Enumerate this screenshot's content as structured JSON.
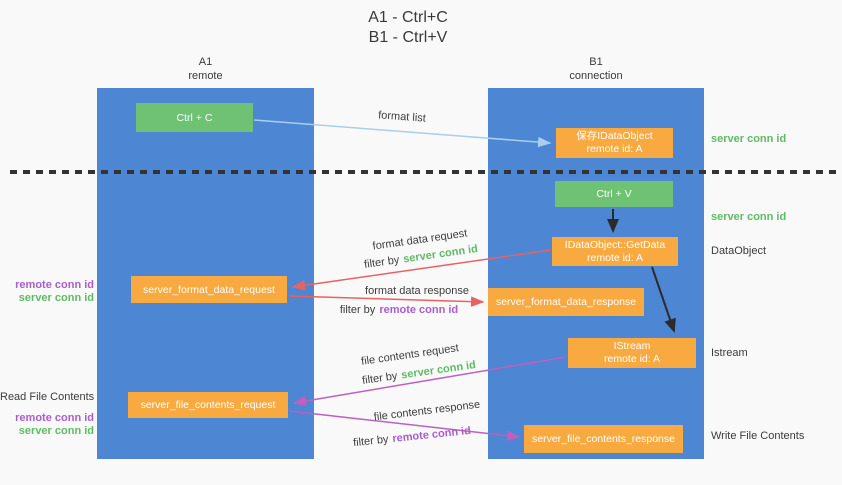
{
  "title": {
    "line1": "A1 - Ctrl+C",
    "line2": "B1 - Ctrl+V"
  },
  "lanes": {
    "left": {
      "name": "A1",
      "subtitle": "remote"
    },
    "right": {
      "name": "B1",
      "subtitle": "connection"
    }
  },
  "nodes": {
    "ctrl_c": "Ctrl + C",
    "ctrl_v": "Ctrl + V",
    "save_idataobject": {
      "line1": "保存IDataObject",
      "line2": "remote id: A"
    },
    "getdata": {
      "line1": "IDataObject::GetData",
      "line2": "remote id: A"
    },
    "istream": {
      "line1": "IStream",
      "line2": "remote id: A"
    },
    "format_request": "server_format_data_request",
    "format_response": "server_format_data_response",
    "file_request": "server_file_contents_request",
    "file_response": "server_file_contents_response"
  },
  "side_labels": {
    "right": {
      "server_conn_id_top": "server conn id",
      "server_conn_id_mid": "server conn id",
      "dataobject": "DataObject",
      "istream": "Istream",
      "write_file_contents": "Write File Contents"
    },
    "left": {
      "remote_conn_id_1": "remote conn id",
      "server_conn_id_1": "server conn id",
      "read_file_contents": "Read File Contents",
      "remote_conn_id_2": "remote conn id",
      "server_conn_id_2": "server conn id"
    }
  },
  "arrow_labels": {
    "format_list": "format list",
    "format_request": {
      "text": "format data request",
      "filter_prefix": "filter by",
      "filter_key": "server conn id"
    },
    "format_response": {
      "text": "format data response",
      "filter_prefix": "filter by",
      "filter_key": "remote conn id"
    },
    "file_request": {
      "text": "file contents request",
      "filter_prefix": "filter by",
      "filter_key": "server conn id"
    },
    "file_response": {
      "text": "file contents response",
      "filter_prefix": "filter by",
      "filter_key": "remote conn id"
    }
  },
  "colors": {
    "lane_blue": "#4d86d3",
    "node_orange": "#f8a93f",
    "node_green": "#6fc273",
    "green_text": "#5eba64",
    "purple_text": "#ab5dcb",
    "arrow_red": "#e96262",
    "arrow_magenta": "#bf5fbf",
    "arrow_lightblue": "#a9cfec",
    "arrow_black": "#2b2b2b"
  }
}
